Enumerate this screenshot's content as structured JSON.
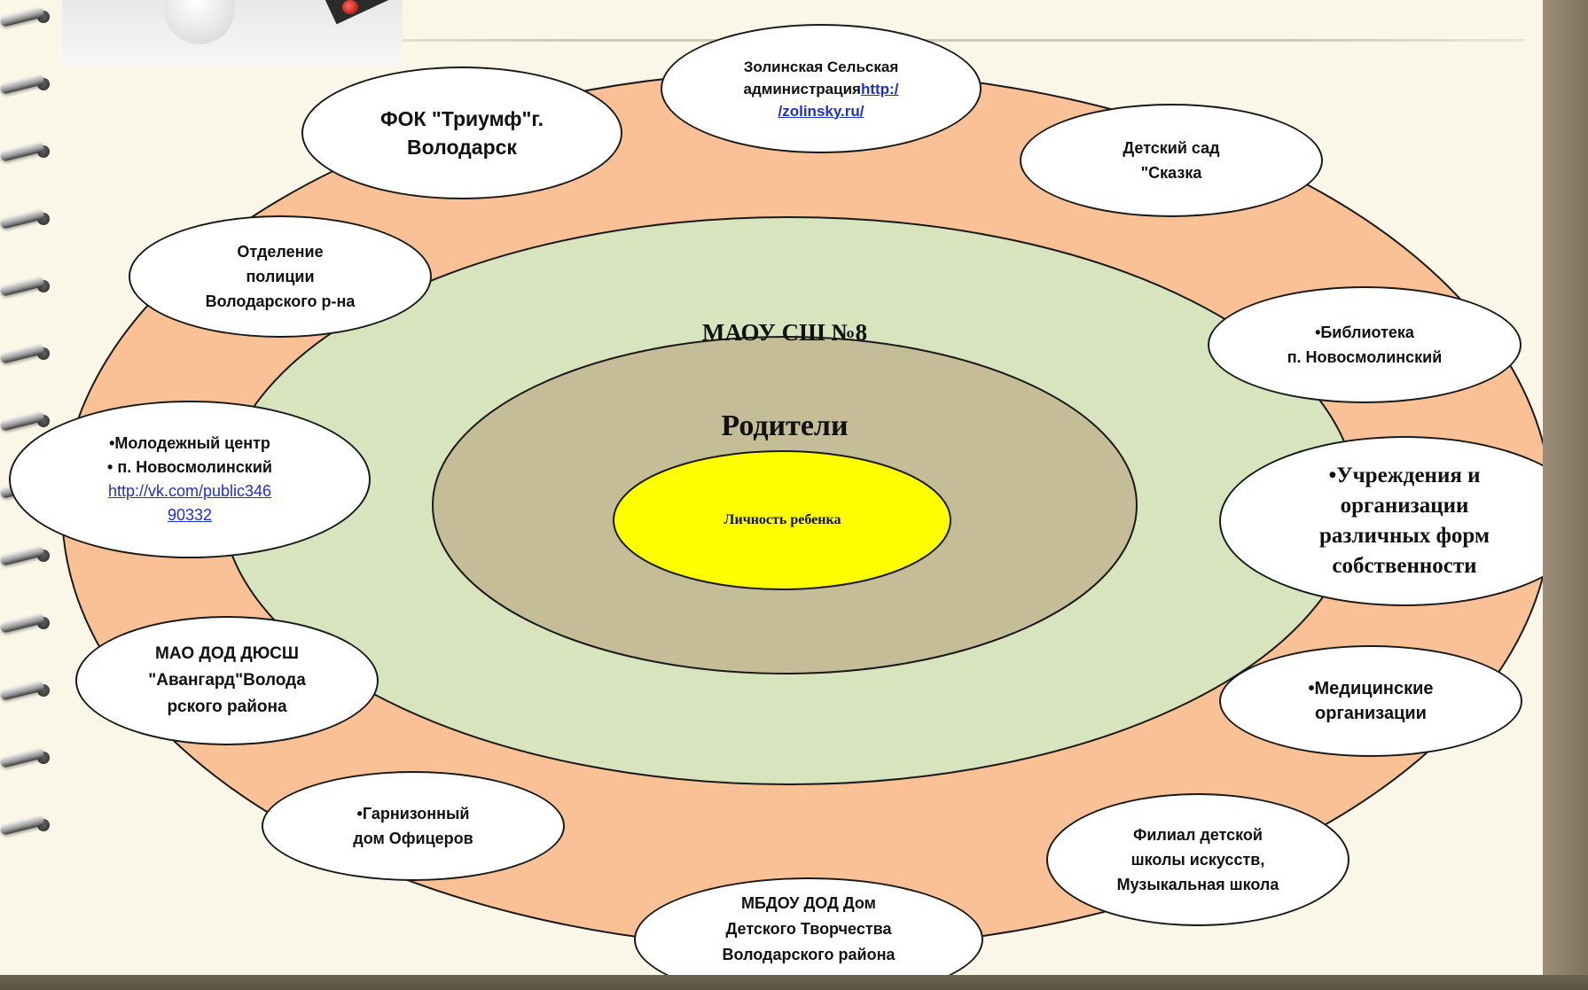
{
  "center": {
    "school": "МАОУ СШ №8",
    "parents": "Родители",
    "child": "Личность ребенка"
  },
  "colors": {
    "outer_ring": "#f9c195",
    "school_ring": "#d7e4bd",
    "parents_ring": "#c4bd97",
    "child_core": "#ffff00",
    "link": "#1f2fcc"
  },
  "partners": {
    "zolinsky": {
      "line1": "Золинская Сельская",
      "line2": "администрация",
      "link1": "http:/",
      "link2": "/zolinsky.ru/"
    },
    "fok": {
      "line1": "ФОК \"Триумф\"г.",
      "line2": "Володарск"
    },
    "kindergarten": {
      "line1": "Детский сад",
      "line2": "\"Сказка"
    },
    "police": {
      "line1": "Отделение",
      "line2": "полиции",
      "line3": "Володарского р-на"
    },
    "library": {
      "line1": "•Библиотека",
      "line2": "п. Новосмолинский"
    },
    "youth_center": {
      "line1": "•Молодежный центр",
      "line2": "• п. Новосмолинский",
      "link1": "http://vk.com/public346",
      "link2": "90332"
    },
    "institutions": {
      "line1": "•Учреждения и",
      "line2": "организации",
      "line3": "различных форм",
      "line4": "собственности"
    },
    "sport_school": {
      "line1": "МАО ДОД ДЮСШ",
      "line2": "\"Авангард\"Волода",
      "line3": "рского района"
    },
    "medical": {
      "line1": "•Медицинские",
      "line2": "организации"
    },
    "officers_house": {
      "line1": "•Гарнизонный",
      "line2": "дом Офицеров"
    },
    "art_school": {
      "line1": "Филиал детской",
      "line2": "школы искусств,",
      "line3": "Музыкальная школа"
    },
    "creativity_house": {
      "line1": "МБДОУ ДОД Дом",
      "line2": "Детского Творчества",
      "line3": "Володарского района"
    }
  }
}
